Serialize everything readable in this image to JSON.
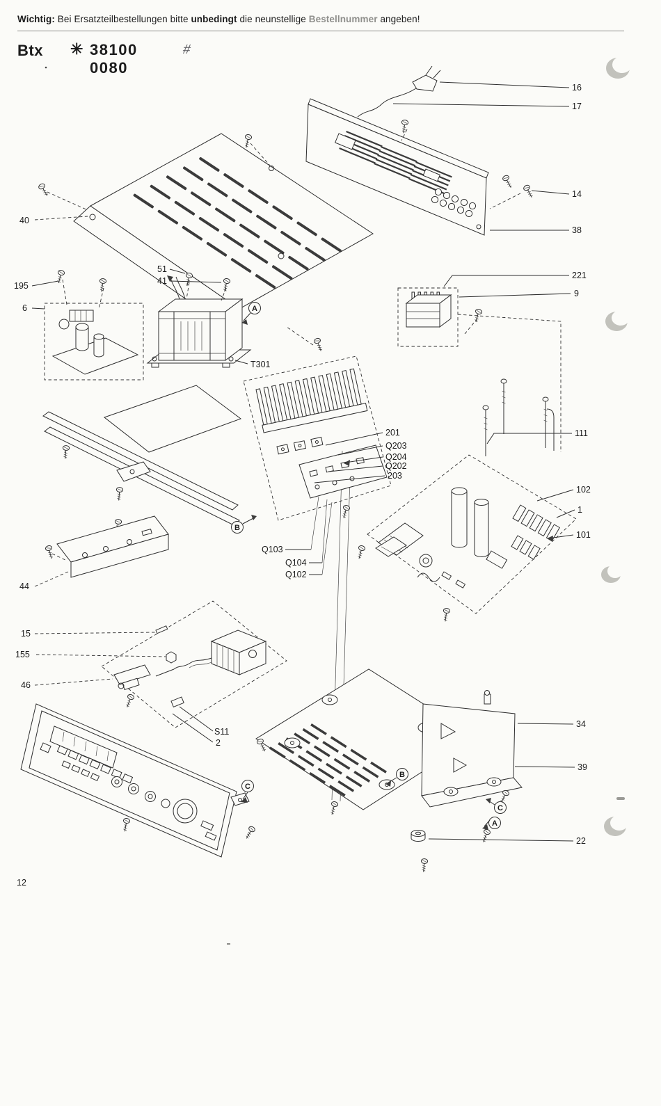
{
  "page": {
    "page_number": "12"
  },
  "header": {
    "notice": {
      "bold_prefix": "Wichtig:",
      "text_a": "Bei Ersatzteilbestellungen bitte",
      "bold_b": "unbedingt",
      "text_c": "die neunstellige",
      "bold_gray_d": "Bestellnummer",
      "text_e": "angeben!"
    },
    "title": {
      "model": "Btx",
      "star_icon": "✳",
      "order_number": "38100 0080",
      "hash_mark": "#"
    }
  },
  "diagram": {
    "callouts": {
      "n16": "16",
      "n17": "17",
      "n14": "14",
      "n38": "38",
      "n40": "40",
      "n221": "221",
      "n9": "9",
      "n195": "195",
      "n6": "6",
      "n51": "51",
      "n41": "41",
      "t301": "T301",
      "n201": "201",
      "q203": "Q203",
      "q204": "Q204",
      "q202": "Q202",
      "n203": "203",
      "n111": "111",
      "n102": "102",
      "n1": "1",
      "n101": "101",
      "q103": "Q103",
      "q104": "Q104",
      "q102": "Q102",
      "n44": "44",
      "n15": "15",
      "n155": "155",
      "n46": "46",
      "s11": "S11",
      "n2": "2",
      "n34": "34",
      "n39": "39",
      "n22": "22"
    },
    "reference_letters": {
      "a": "A",
      "b": "B",
      "c": "C"
    }
  }
}
